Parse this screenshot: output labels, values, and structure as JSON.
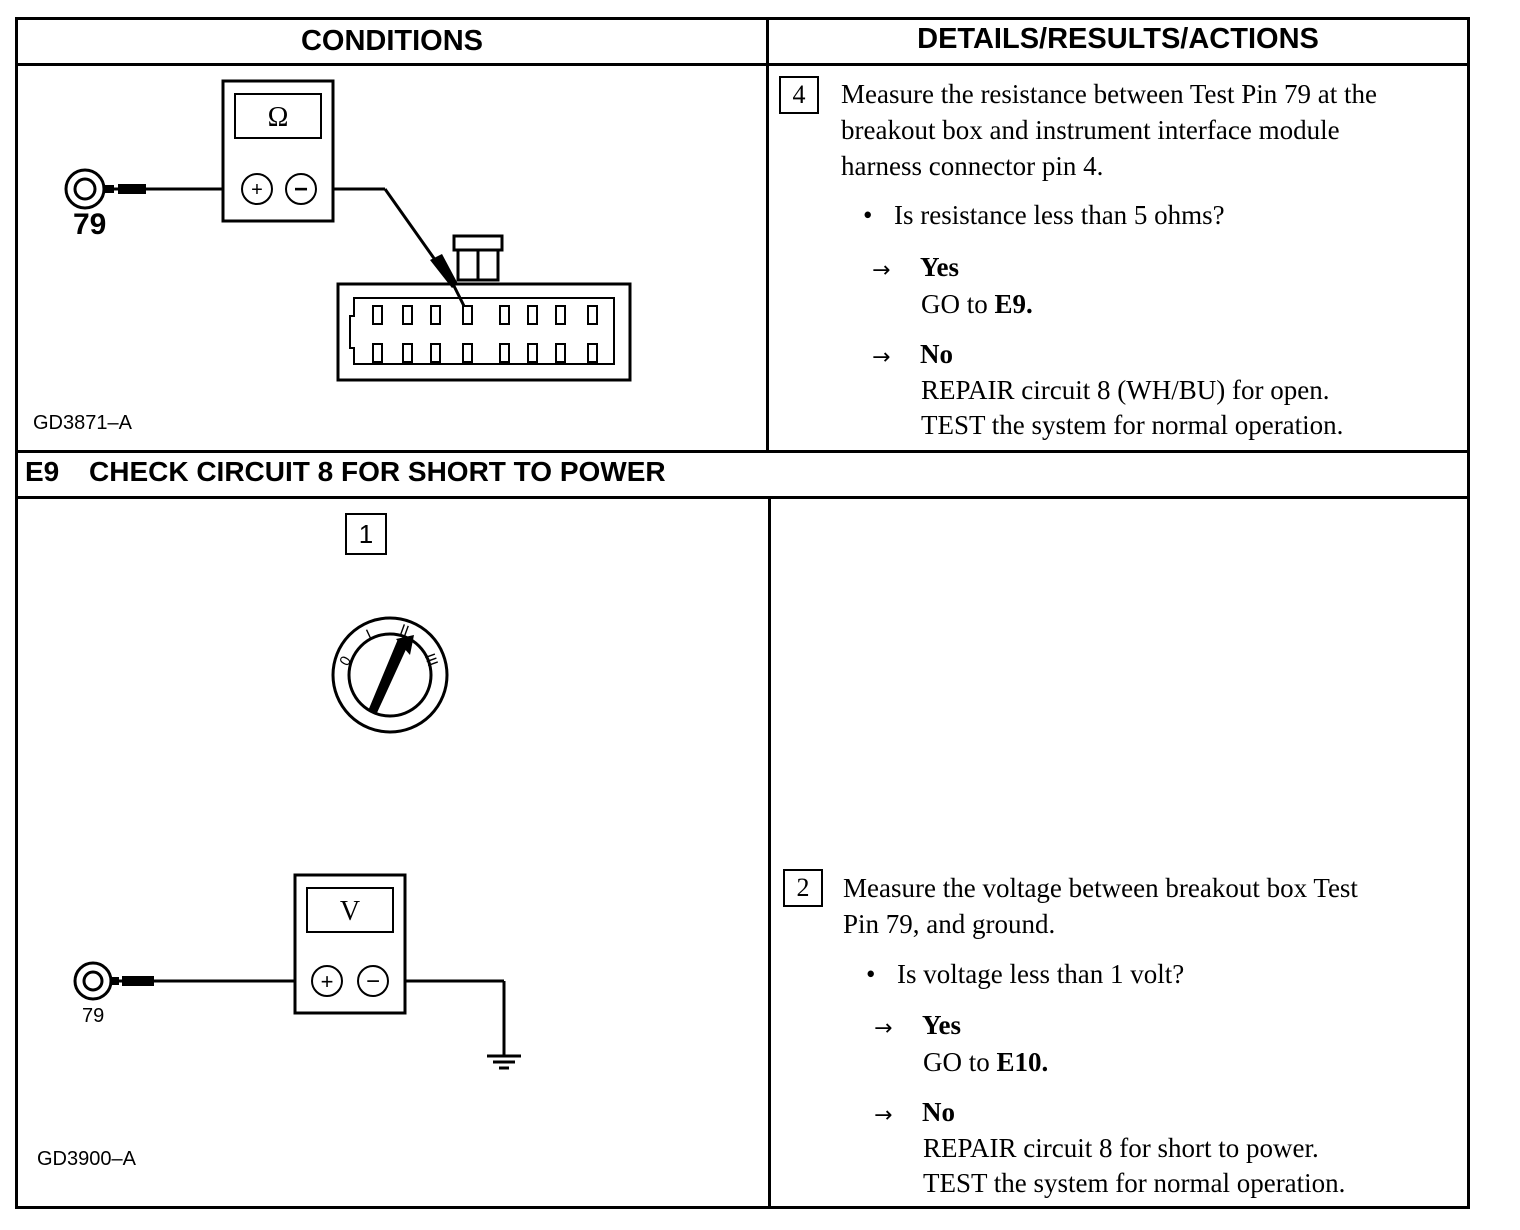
{
  "table": {
    "header_left": "CONDITIONS",
    "header_right": "DETAILS/RESULTS/ACTIONS"
  },
  "section1": {
    "figure": {
      "id": "GD3871–A",
      "meter_symbol": "Ω",
      "pin_label": "79",
      "plus": "+",
      "minus": "−"
    },
    "step": {
      "number": "4",
      "instruction_lines": [
        "Measure the resistance between Test Pin 79 at the",
        "breakout box and instrument interface module",
        "harness connector pin 4."
      ],
      "question": "Is resistance less than 5 ohms?",
      "yes_label": "Yes",
      "yes_prefix": "GO to",
      "yes_target": "E9.",
      "no_label": "No",
      "no_lines": [
        "REPAIR circuit 8 (WH/BU) for open.",
        "TEST the system for normal operation."
      ]
    }
  },
  "section2": {
    "code": "E9",
    "title": "CHECK CIRCUIT 8 FOR SHORT TO POWER",
    "step1_number": "1",
    "figure": {
      "id": "GD3900–A",
      "meter_symbol": "V",
      "pin_label": "79",
      "plus": "+",
      "minus": "−",
      "ignition_positions": [
        "0",
        "I",
        "II",
        "III"
      ]
    },
    "step": {
      "number": "2",
      "instruction_lines": [
        "Measure the voltage between breakout box Test",
        "Pin 79, and ground."
      ],
      "question": "Is voltage less than 1 volt?",
      "yes_label": "Yes",
      "yes_prefix": "GO to",
      "yes_target": "E10.",
      "no_label": "No",
      "no_lines": [
        "REPAIR circuit 8 for short to power.",
        "TEST the system for normal operation."
      ]
    }
  },
  "symbols": {
    "bullet": "•",
    "arrow": "→"
  }
}
